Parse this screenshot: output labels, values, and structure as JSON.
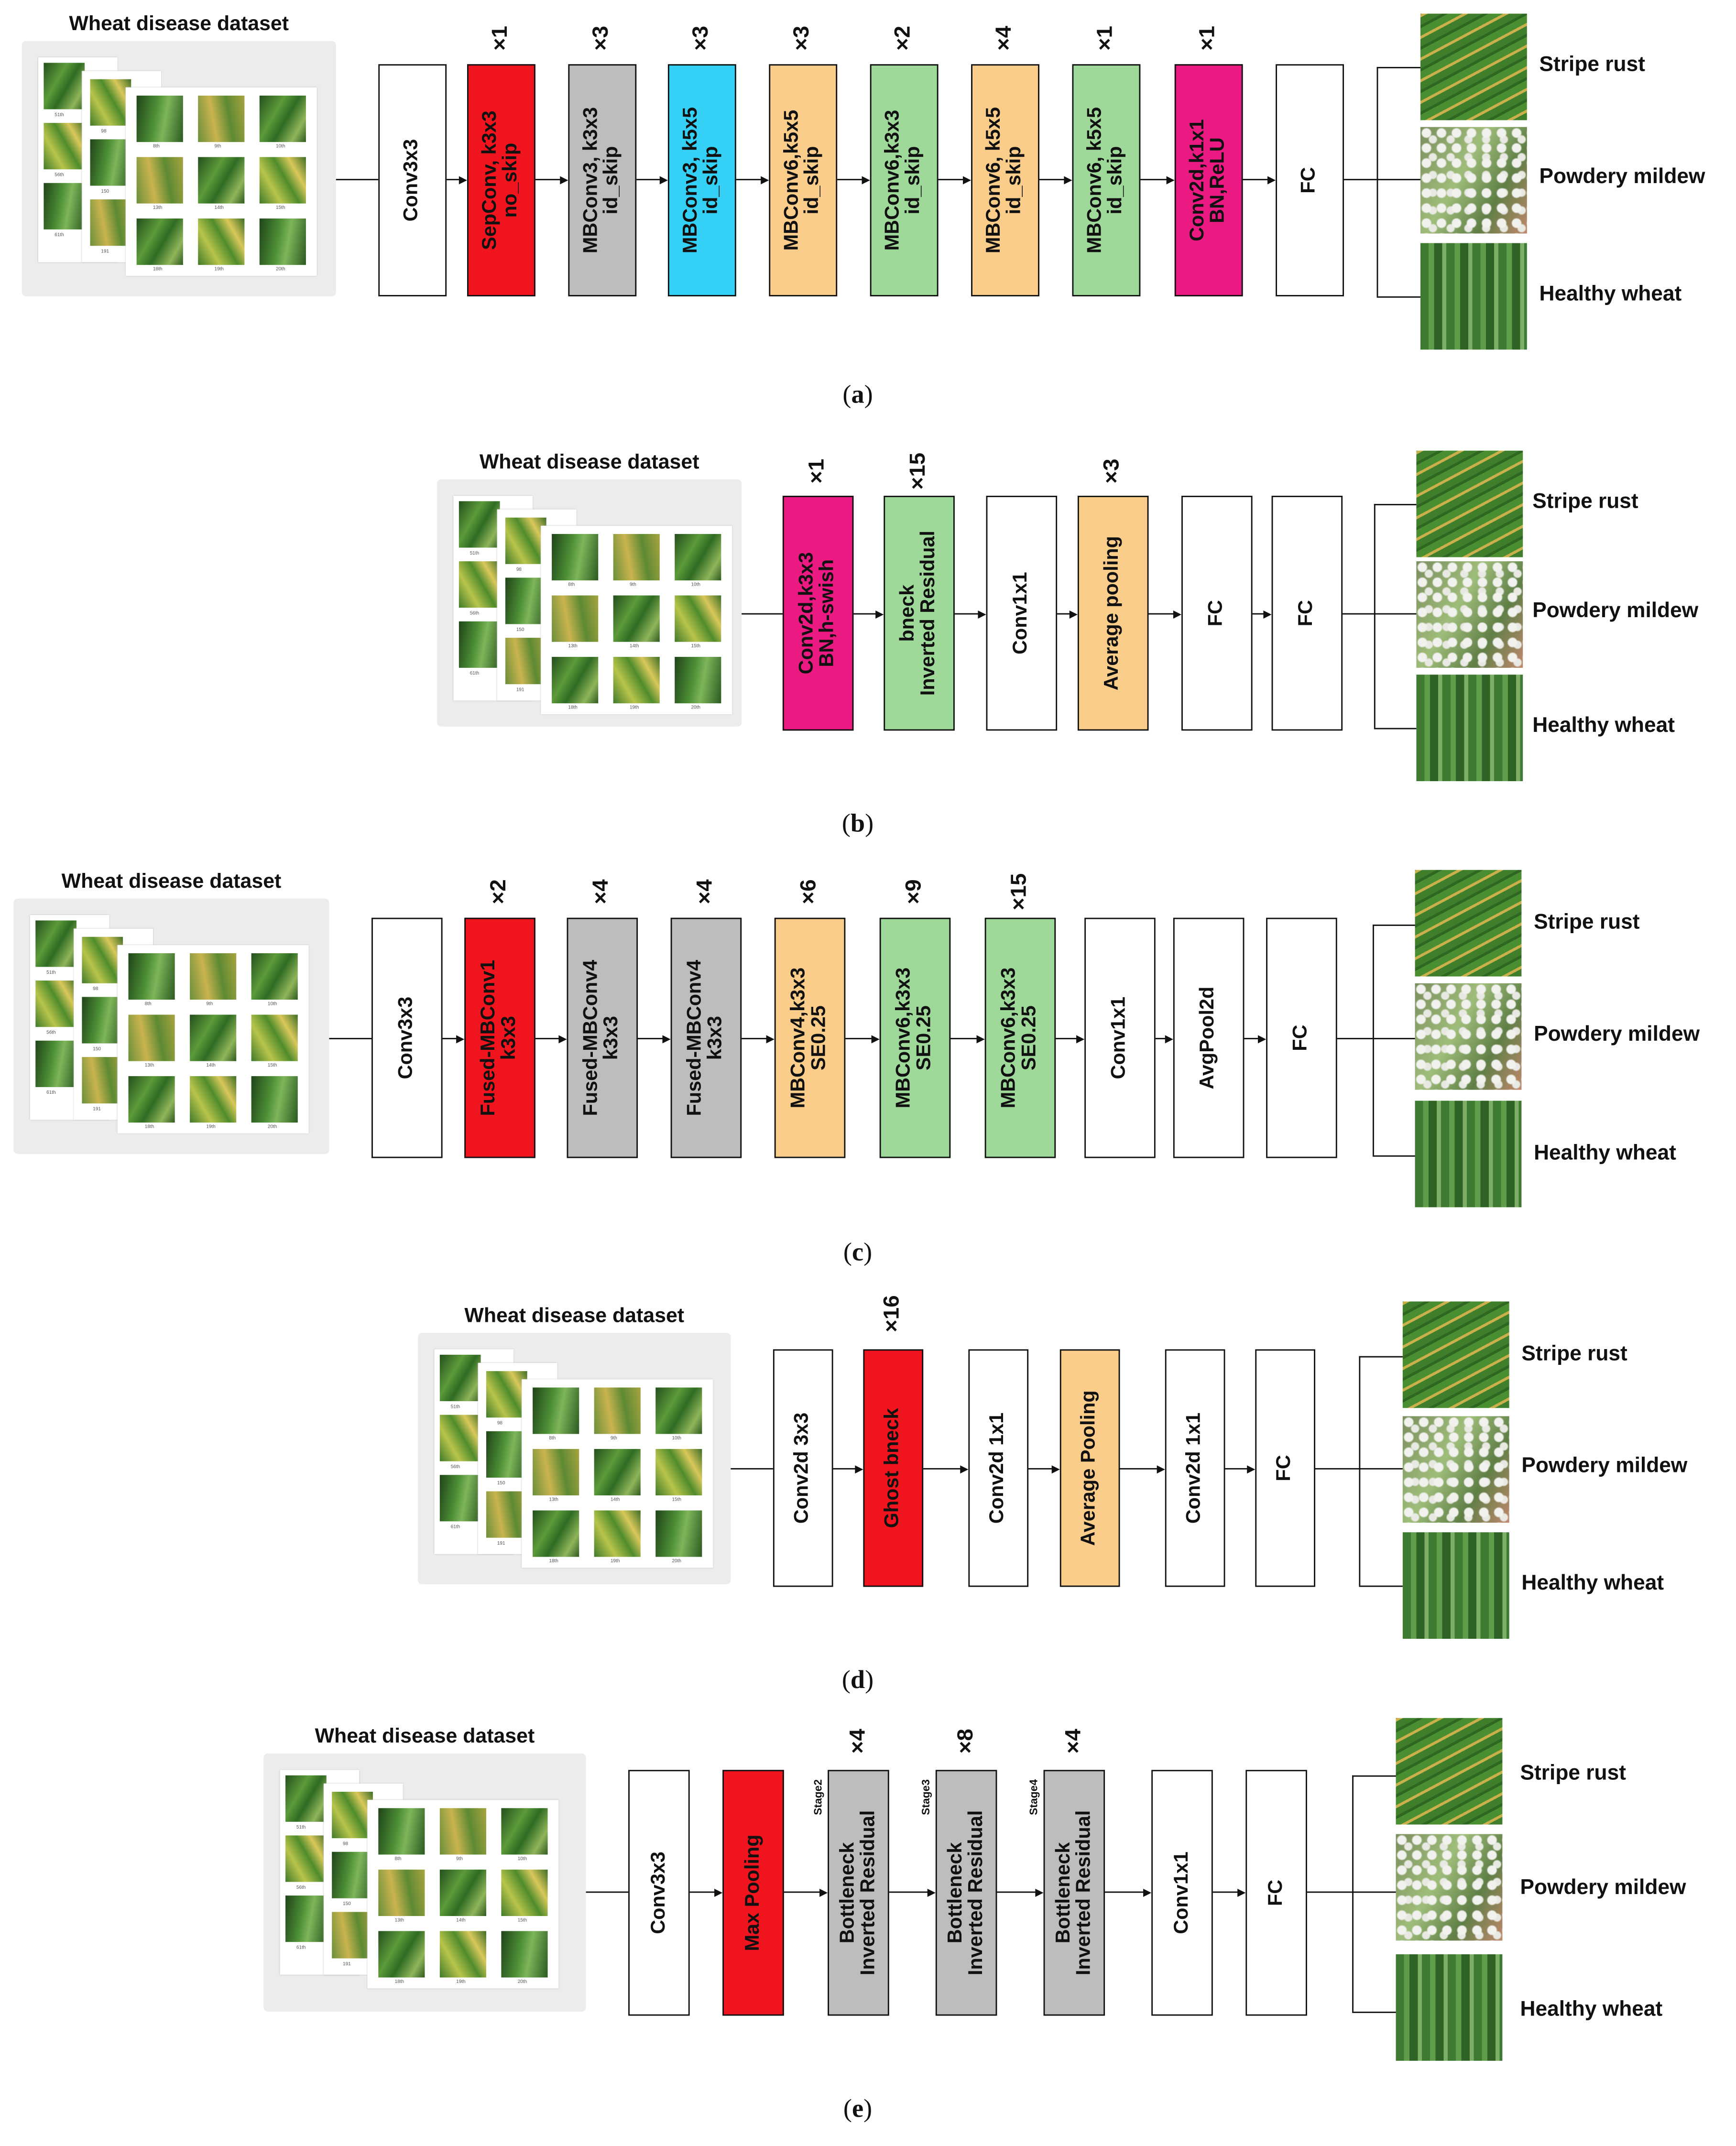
{
  "colors": {
    "white": "#ffffff",
    "red": "#f0141e",
    "gray": "#bdbdbd",
    "blue": "#35d0f5",
    "orange": "#fbcd8a",
    "green": "#9ed99a",
    "pink": "#ea1a82"
  },
  "dataset_title": "Wheat disease dataset",
  "thumb_labels": [
    "51th",
    "98",
    "56th",
    "150",
    "61th",
    "191",
    "8th",
    "9th",
    "10th",
    "13th",
    "14th",
    "15th",
    "18th",
    "19th",
    "20th"
  ],
  "outputs": [
    "Stripe rust",
    "Powdery mildew",
    "Healthy wheat"
  ],
  "panels": [
    {
      "caption": "a",
      "blocks": [
        {
          "lines": [
            "Conv3x3"
          ],
          "color": "white"
        },
        {
          "lines": [
            "SepConv, k3x3",
            "no_skip"
          ],
          "color": "red",
          "mult": "×1"
        },
        {
          "lines": [
            "MBConv3, k3x3",
            "id_skip"
          ],
          "color": "gray",
          "mult": "×3"
        },
        {
          "lines": [
            "MBConv3, k5x5",
            "id_skip"
          ],
          "color": "blue",
          "mult": "×3"
        },
        {
          "lines": [
            "MBConv6,k5x5",
            "id_skip"
          ],
          "color": "orange",
          "mult": "×3"
        },
        {
          "lines": [
            "MBConv6,k3x3",
            "id_skip"
          ],
          "color": "green",
          "mult": "×2"
        },
        {
          "lines": [
            "MBConv6, k5x5",
            "id_skip"
          ],
          "color": "orange",
          "mult": "×4"
        },
        {
          "lines": [
            "MBConv6, k5x5",
            "id_skip"
          ],
          "color": "green",
          "mult": "×1"
        },
        {
          "lines": [
            "Conv2d,k1x1",
            "BN,ReLU"
          ],
          "color": "pink",
          "mult": "×1"
        },
        {
          "lines": [
            "FC"
          ],
          "color": "white"
        }
      ]
    },
    {
      "caption": "b",
      "blocks": [
        {
          "lines": [
            "Conv2d,k3x3",
            "BN,h-swish"
          ],
          "color": "pink",
          "mult": "×1"
        },
        {
          "lines": [
            "bneck",
            "Inverted Residual"
          ],
          "color": "green",
          "mult": "×15"
        },
        {
          "lines": [
            "Conv1x1"
          ],
          "color": "white"
        },
        {
          "lines": [
            "Average pooling"
          ],
          "color": "orange",
          "mult": "×3"
        },
        {
          "lines": [
            "FC"
          ],
          "color": "white"
        },
        {
          "lines": [
            "FC"
          ],
          "color": "white"
        }
      ]
    },
    {
      "caption": "c",
      "blocks": [
        {
          "lines": [
            "Conv3x3"
          ],
          "color": "white"
        },
        {
          "lines": [
            "Fused-MBConv1",
            "k3x3"
          ],
          "color": "red",
          "mult": "×2"
        },
        {
          "lines": [
            "Fused-MBConv4",
            "k3x3"
          ],
          "color": "gray",
          "mult": "×4"
        },
        {
          "lines": [
            "Fused-MBConv4",
            "k3x3"
          ],
          "color": "gray",
          "mult": "×4"
        },
        {
          "lines": [
            "MBConv4,k3x3",
            "SE0.25"
          ],
          "color": "orange",
          "mult": "×6"
        },
        {
          "lines": [
            "MBConv6,k3x3",
            "SE0.25"
          ],
          "color": "green",
          "mult": "×9"
        },
        {
          "lines": [
            "MBConv6,k3x3",
            "SE0.25"
          ],
          "color": "green",
          "mult": "×15"
        },
        {
          "lines": [
            "Conv1x1"
          ],
          "color": "white"
        },
        {
          "lines": [
            "AvgPool2d"
          ],
          "color": "white"
        },
        {
          "lines": [
            "FC"
          ],
          "color": "white"
        }
      ]
    },
    {
      "caption": "d",
      "blocks": [
        {
          "lines": [
            "Conv2d 3x3"
          ],
          "color": "white"
        },
        {
          "lines": [
            "Ghost bneck"
          ],
          "color": "red",
          "mult": "×16"
        },
        {
          "lines": [
            "Conv2d 1x1"
          ],
          "color": "white"
        },
        {
          "lines": [
            "Average Pooling"
          ],
          "color": "orange"
        },
        {
          "lines": [
            "Conv2d 1x1"
          ],
          "color": "white"
        },
        {
          "lines": [
            "FC"
          ],
          "color": "white"
        }
      ]
    },
    {
      "caption": "e",
      "blocks": [
        {
          "lines": [
            "Conv3x3"
          ],
          "color": "white"
        },
        {
          "lines": [
            "Max Pooling"
          ],
          "color": "red"
        },
        {
          "lines": [
            "Bottleneck",
            "Inverted Residual"
          ],
          "color": "gray",
          "mult": "×4",
          "stage": "Stage2"
        },
        {
          "lines": [
            "Bottleneck",
            "Inverted Residual"
          ],
          "color": "gray",
          "mult": "×8",
          "stage": "Stage3"
        },
        {
          "lines": [
            "Bottleneck",
            "Inverted Residual"
          ],
          "color": "gray",
          "mult": "×4",
          "stage": "Stage4"
        },
        {
          "lines": [
            "Conv1x1"
          ],
          "color": "white"
        },
        {
          "lines": [
            "FC"
          ],
          "color": "white"
        }
      ]
    }
  ]
}
